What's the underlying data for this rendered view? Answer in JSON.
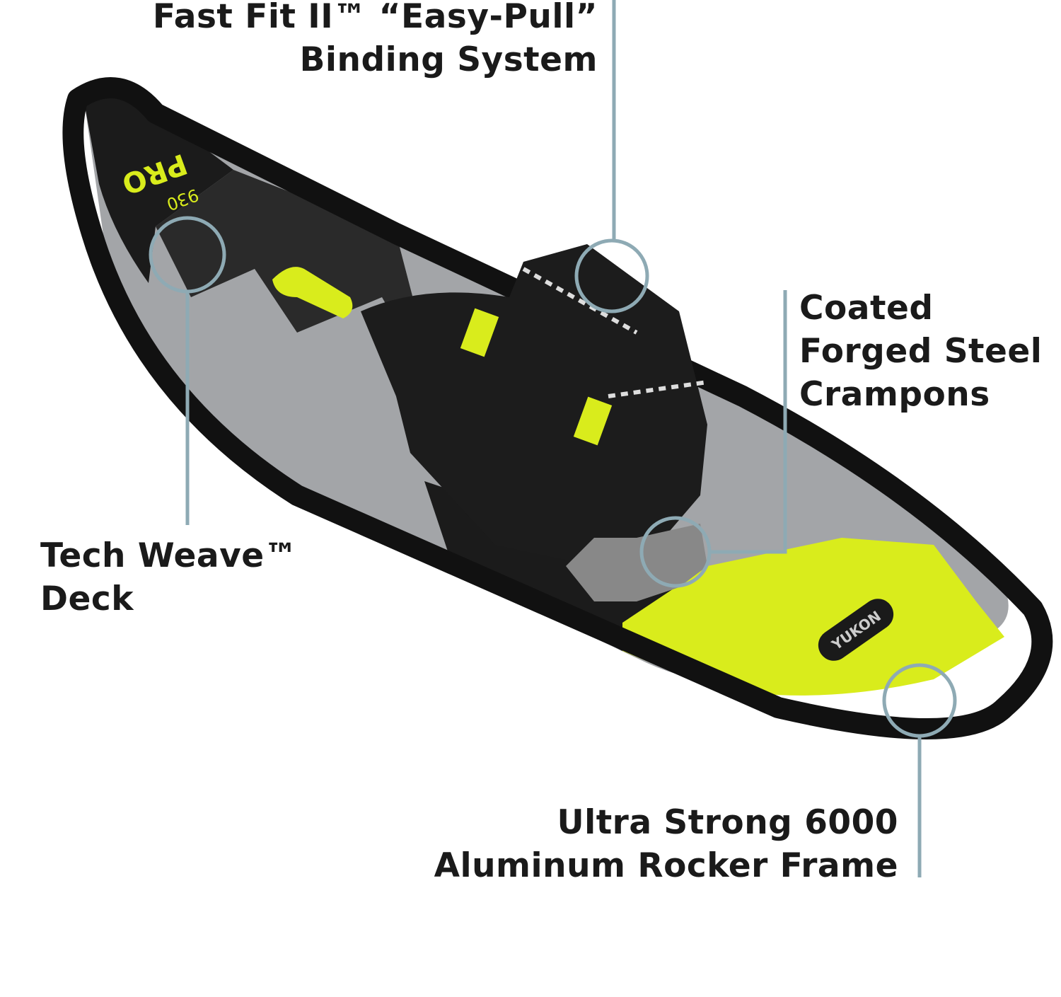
{
  "product": {
    "deck_logo": "PRO",
    "model_number": "930",
    "brand_logo": "YUKON"
  },
  "callouts": {
    "binding": {
      "lines": [
        "Fast Fit II™ “Easy-Pull”",
        "Binding System"
      ]
    },
    "crampons": {
      "lines": [
        "Coated",
        "Forged Steel",
        "Crampons"
      ]
    },
    "deck": {
      "lines": [
        "Tech Weave™",
        "Deck"
      ]
    },
    "frame": {
      "lines": [
        "Ultra Strong 6000",
        "Aluminum Rocker Frame"
      ]
    }
  },
  "colors": {
    "callout": "#8eaab4",
    "accent_yellow": "#d9ec1c",
    "deck_gray": "#a3a5a8",
    "frame_black": "#111111"
  }
}
